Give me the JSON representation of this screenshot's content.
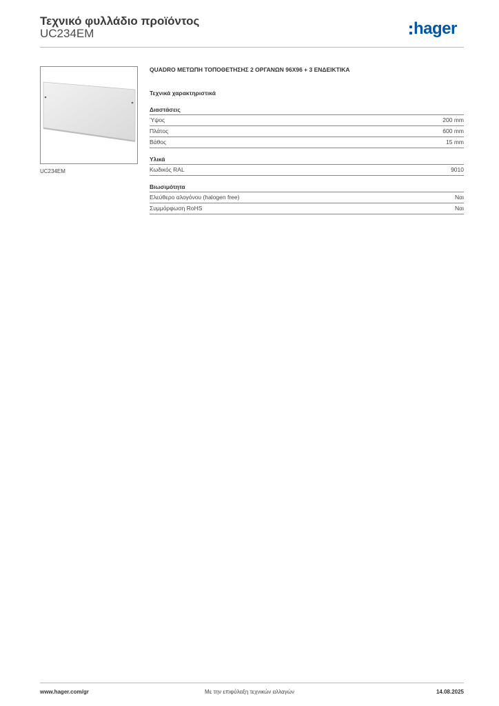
{
  "header": {
    "title": "Τεχνικό φυλλάδιο προϊόντος",
    "code": "UC234EM",
    "logo_text": "hager",
    "brand_color": "#0057a6"
  },
  "product": {
    "image_caption": "UC234EM",
    "name": "QUADRO ΜΕΤΩΠΗ ΤΟΠΟΘΕΤΗΣΗΣ 2 ΟΡΓΑΝΩΝ 96Χ96 + 3 ΕΝΔΕΙΚΤΙΚΑ"
  },
  "specs": {
    "title": "Τεχνικά χαρακτηριστικά",
    "groups": [
      {
        "title": "Διαστάσεις",
        "rows": [
          {
            "label": "Ύψος",
            "value": "200 mm"
          },
          {
            "label": "Πλάτος",
            "value": "600 mm"
          },
          {
            "label": "Βάθος",
            "value": "15 mm"
          }
        ]
      },
      {
        "title": "Υλικά",
        "rows": [
          {
            "label": "Κωδικός RAL",
            "value": "9010"
          }
        ]
      },
      {
        "title": "Βιωσιμότητα",
        "rows": [
          {
            "label": "Ελεύθερο αλογόνου (halogen free)",
            "value": "Ναι"
          },
          {
            "label": "Συμμόρφωση RoHS",
            "value": "Ναι"
          }
        ]
      }
    ]
  },
  "footer": {
    "website": "www.hager.com/gr",
    "notice": "Με την επιφύλαξη τεχνικών αλλαγών",
    "date": "14.08.2025"
  }
}
